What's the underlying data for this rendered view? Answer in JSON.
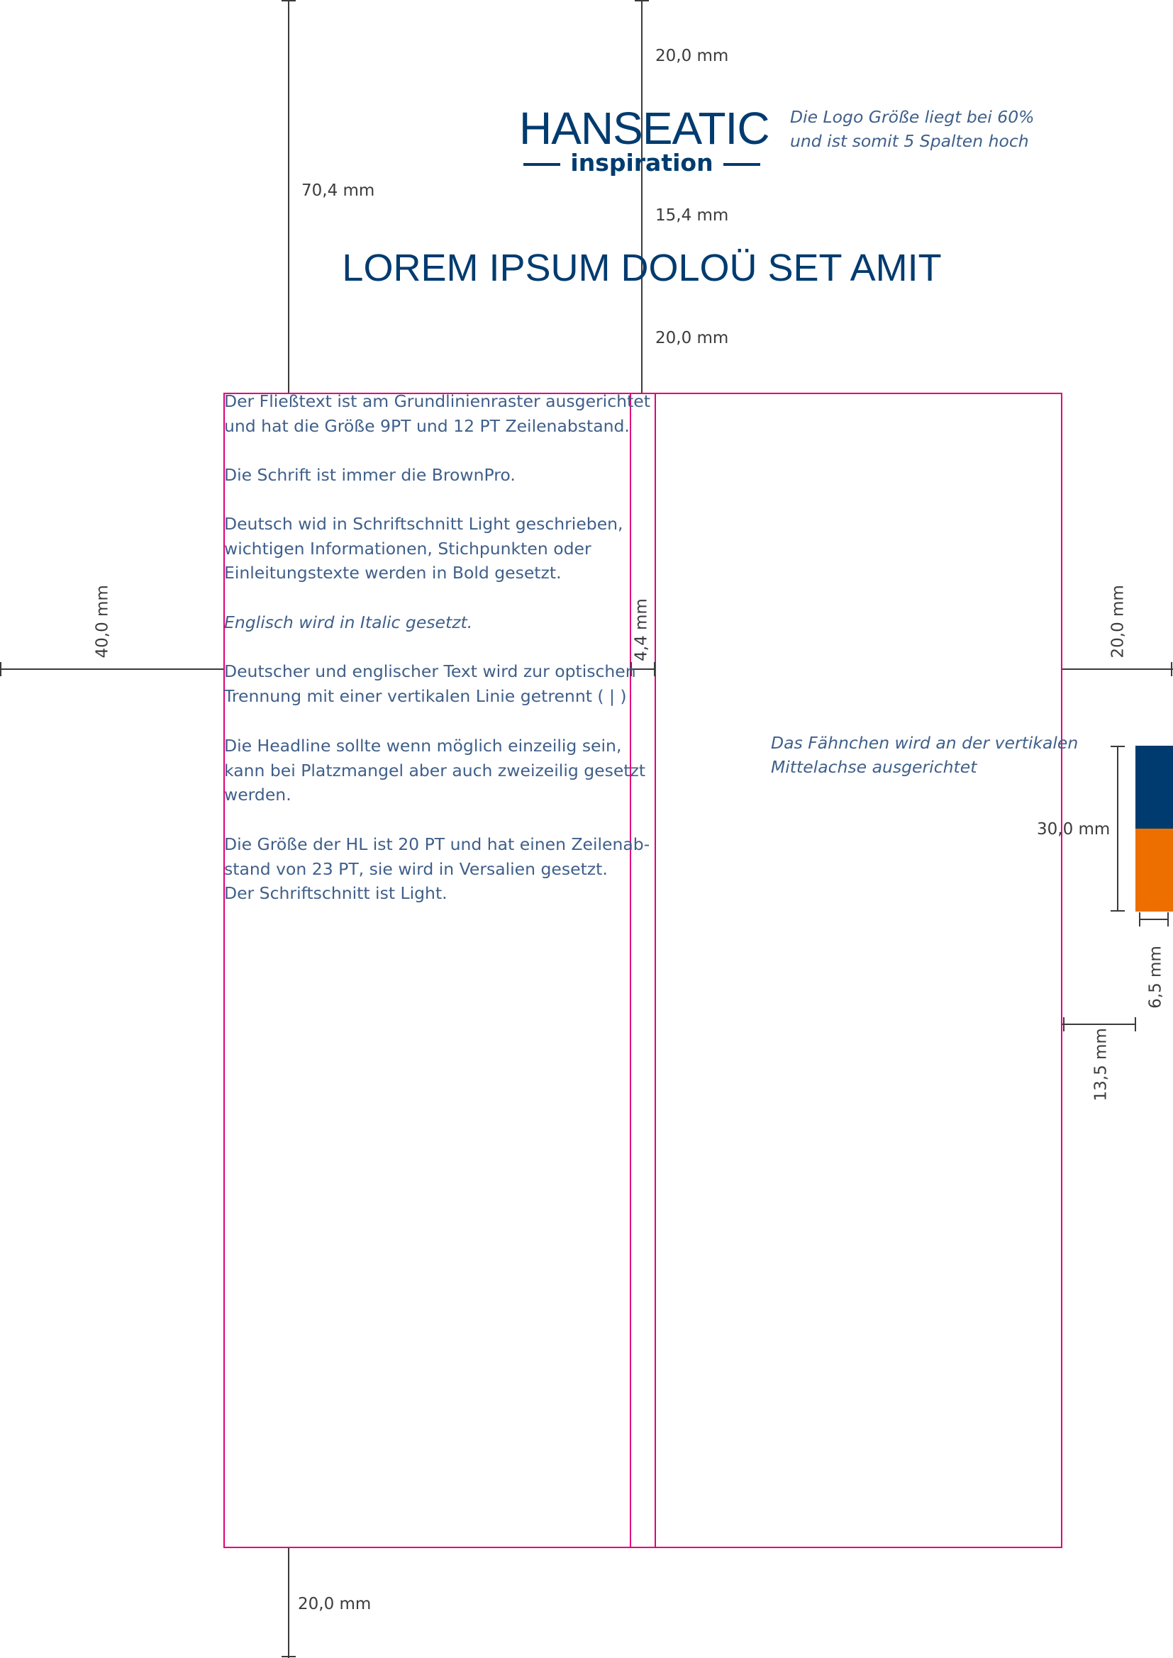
{
  "colors": {
    "navy": "#003b6f",
    "orange": "#ec6f00",
    "text": "#3f5f8a",
    "margin_guide": "#e0007a"
  },
  "dimensions": {
    "top_margin": "20,0 mm",
    "logo_area": "70,4 mm",
    "logo_to_headline": "15,4 mm",
    "headline_to_text": "20,0 mm",
    "left_margin": "40,0 mm",
    "gutter": "4,4 mm",
    "right_margin": "20,0 mm",
    "flag_height": "30,0 mm",
    "flag_gap": "6,5 mm",
    "flag_offset": "13,5 mm",
    "bottom_margin": "20,0 mm"
  },
  "logo": {
    "name": "HANSEATIC",
    "tagline": "inspiration",
    "note": [
      "Die Logo Größe liegt bei 60%",
      "und ist somit 5 Spalten hoch"
    ]
  },
  "headline": "LOREM IPSUM DOLOÜ SET AMIT",
  "body_paragraphs": [
    {
      "style": "normal",
      "lines": [
        "Der Fließtext ist am Grundlinienraster ausgerichtet",
        "und hat die Größe 9PT und 12 PT Zeilenabstand."
      ]
    },
    {
      "style": "normal",
      "lines": [
        "Die Schrift ist immer die BrownPro."
      ]
    },
    {
      "style": "normal",
      "lines": [
        "Deutsch wid in Schriftschnitt Light geschrieben,",
        "wichtigen Informationen, Stichpunkten oder",
        "Einleitungstexte werden in Bold gesetzt."
      ]
    },
    {
      "style": "italic",
      "lines": [
        "Englisch wird in Italic gesetzt."
      ]
    },
    {
      "style": "normal",
      "lines": [
        "Deutscher und englischer Text wird zur optischen",
        "Trennung mit einer vertikalen Linie getrennt ( | )"
      ]
    },
    {
      "style": "normal",
      "lines": [
        "Die Headline sollte wenn möglich einzeilig sein,",
        "kann bei Platzmangel aber auch zweizeilig gesetzt",
        "werden."
      ]
    },
    {
      "style": "normal",
      "lines": [
        "Die Größe der HL ist 20 PT und hat einen Zeilenab-",
        "stand von 23 PT, sie wird in Versalien gesetzt.",
        "Der Schriftschnitt ist Light."
      ]
    }
  ],
  "flag_note": [
    "Das Fähnchen wird an der vertikalen",
    "Mittelachse ausgerichtet"
  ]
}
